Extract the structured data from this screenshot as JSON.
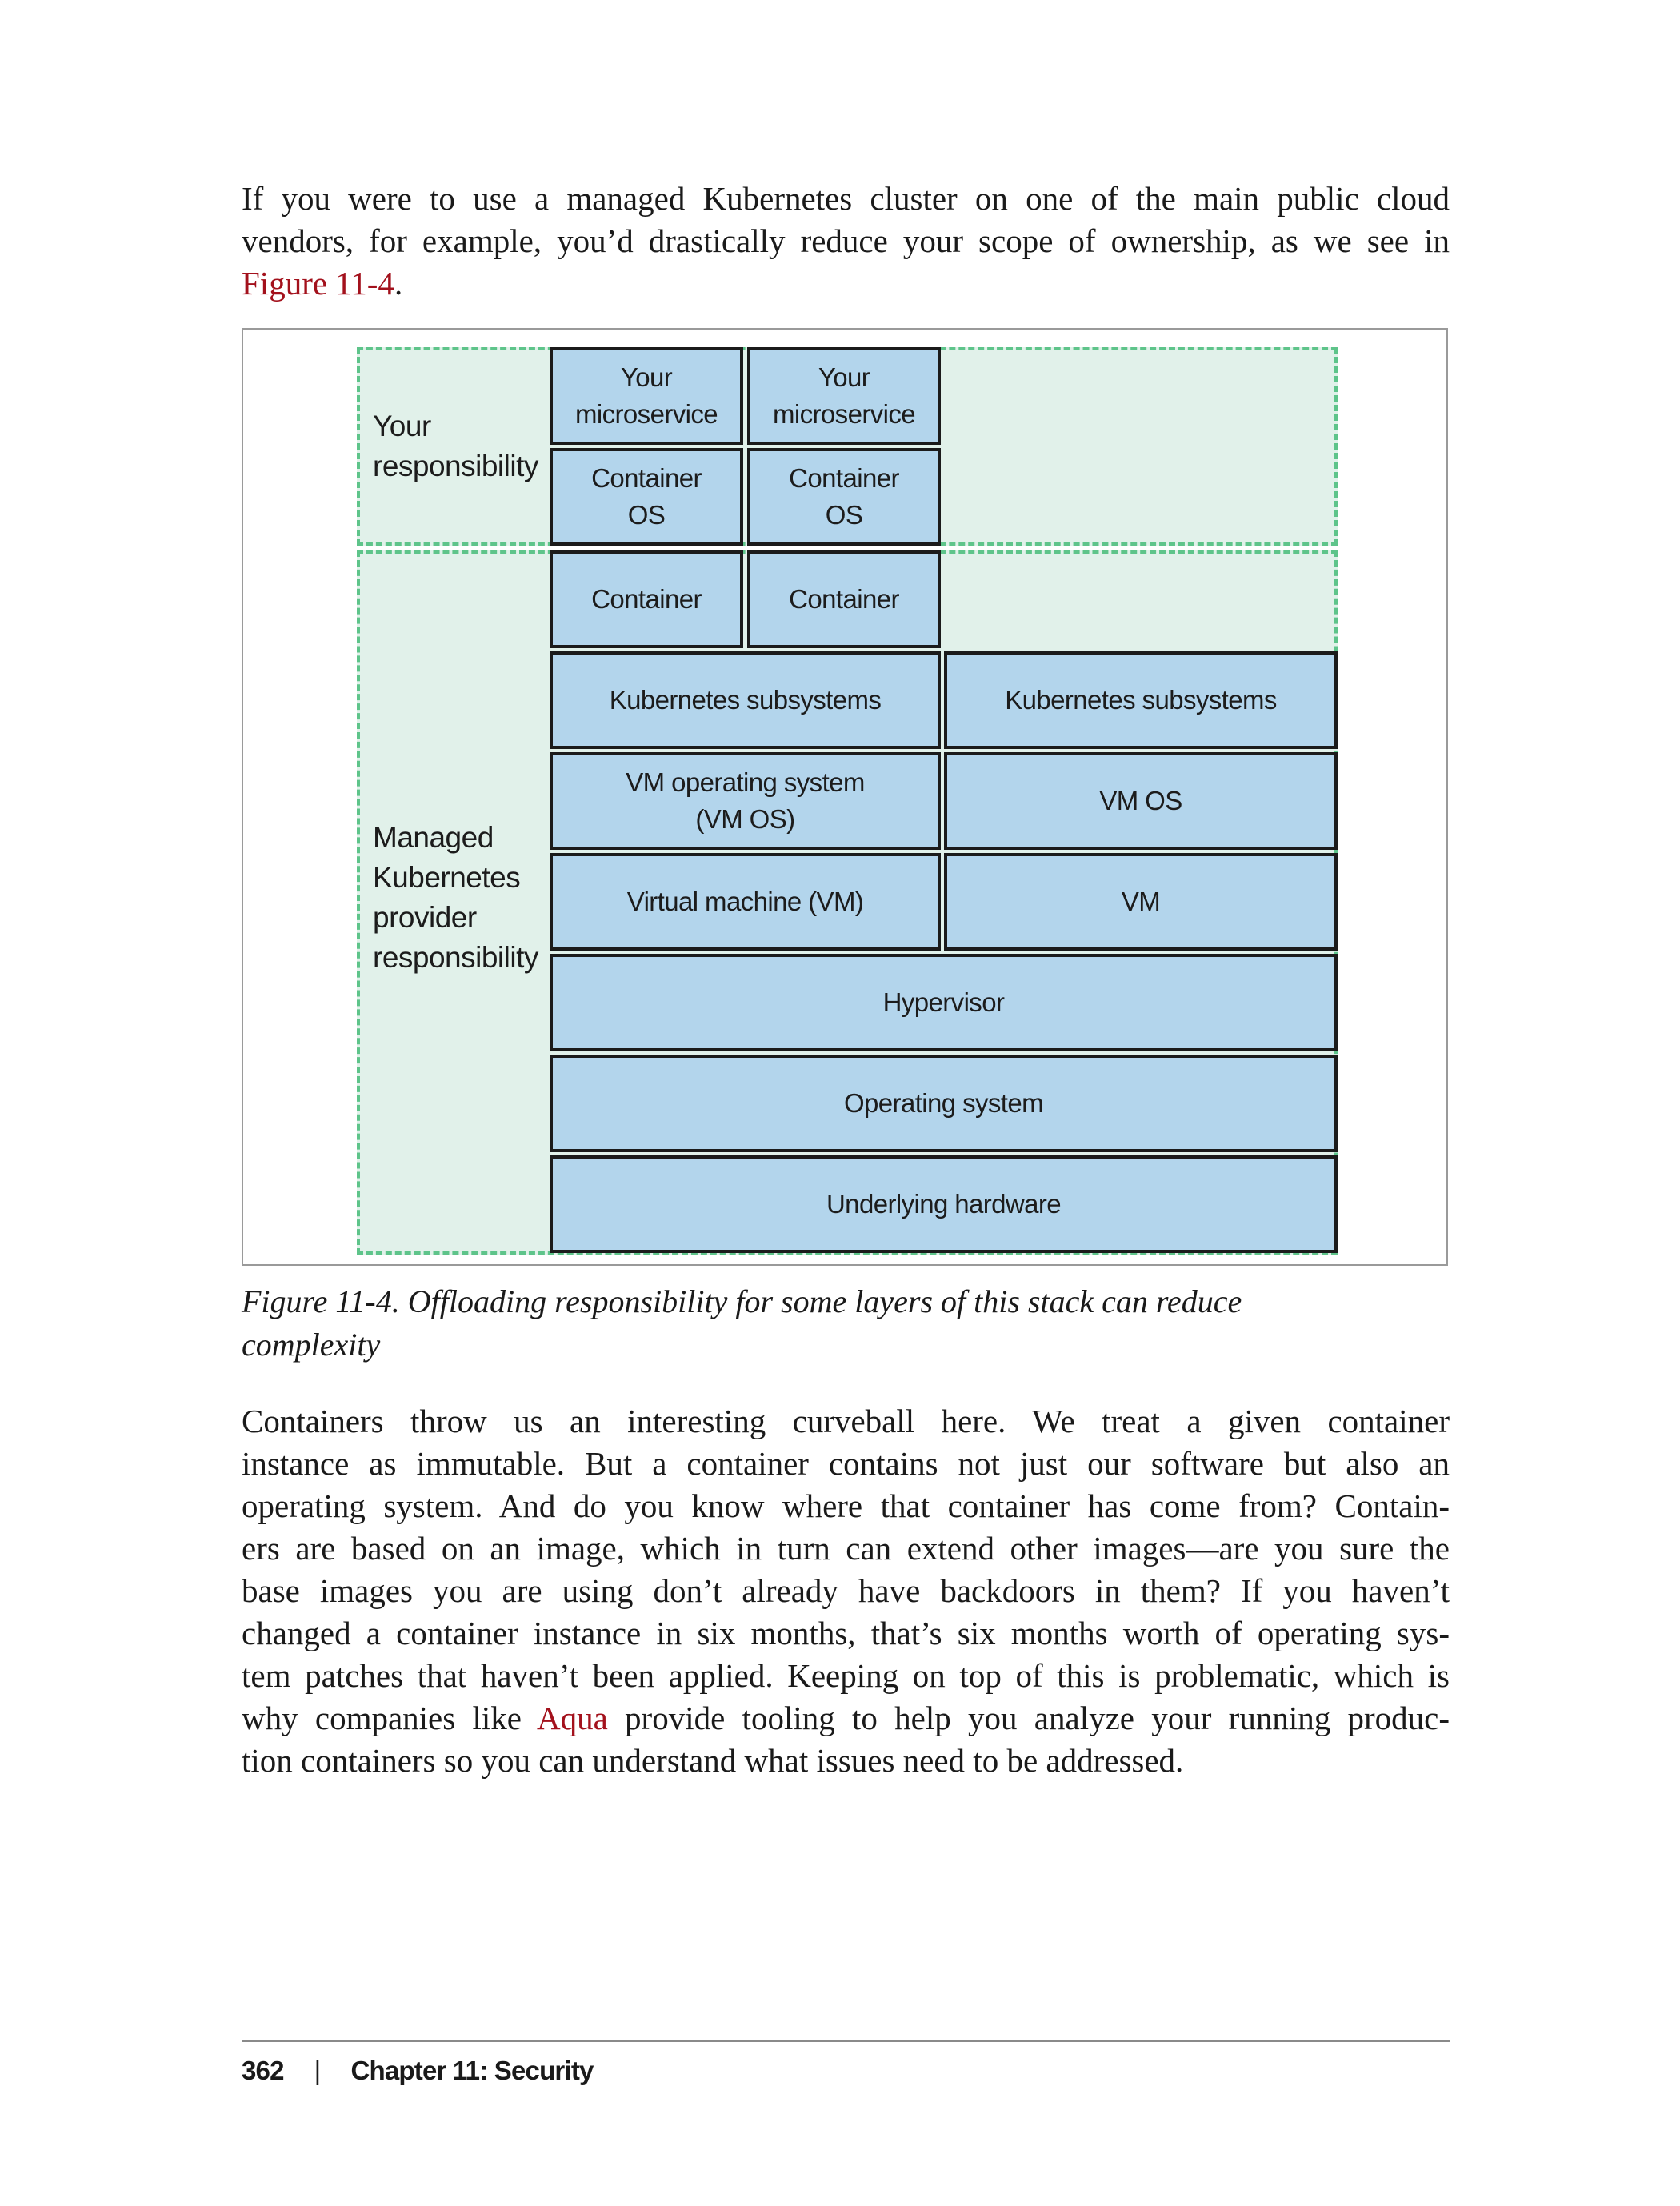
{
  "intro_paragraph": {
    "line1": "If you were to use a managed Kubernetes cluster on one of the main public cloud",
    "line2": "vendors, for example, you’d drastically reduce your scope of ownership, as we see in",
    "link": "Figure 11-4",
    "end": "."
  },
  "figure": {
    "zones": {
      "your_label": "Your\nresponsibility",
      "managed_label": "Managed\nKubernetes\nprovider\nresponsibility"
    },
    "blocks": {
      "microservice_a": "Your\nmicroservice",
      "microservice_b": "Your\nmicroservice",
      "container_os_a": "Container\nOS",
      "container_os_b": "Container\nOS",
      "container_a": "Container",
      "container_b": "Container",
      "k8s_a": "Kubernetes subsystems",
      "k8s_b": "Kubernetes subsystems",
      "vm_os_a": "VM operating system\n(VM OS)",
      "vm_os_b": "VM OS",
      "vm_a": "Virtual machine (VM)",
      "vm_b": "VM",
      "hypervisor": "Hypervisor",
      "os": "Operating system",
      "hardware": "Underlying hardware"
    },
    "caption_line1": "Figure 11-4. Offloading responsibility for some layers of this stack can reduce",
    "caption_line2": "complexity"
  },
  "body_paragraph": {
    "l1": "Containers throw us an interesting curveball here. We treat a given container",
    "l2": "instance as immutable. But a container contains not just our software but also an",
    "l3": "operating system. And do you know where that container has come from? Contain-",
    "l4": "ers are based on an image, which in turn can extend other images—are you sure the",
    "l5": "base images you are using don’t already have backdoors in them? If you haven’t",
    "l6": "changed a container instance in six months, that’s six months worth of operating sys-",
    "l7": "tem patches that haven’t been applied. Keeping on top of this is problematic, which is",
    "l8_pre": "why companies like ",
    "l8_link": "Aqua",
    "l8_post": " provide tooling to help you analyze your running produc-",
    "l9": "tion containers so you can understand what issues need to be addressed."
  },
  "footer": {
    "page_number": "362",
    "separator": "|",
    "chapter": "Chapter 11: Security"
  },
  "colors": {
    "link": "#a3111c",
    "block_fill": "#b3d5ec",
    "zone_fill": "#e1f1ea",
    "zone_border": "#5ec48a"
  }
}
